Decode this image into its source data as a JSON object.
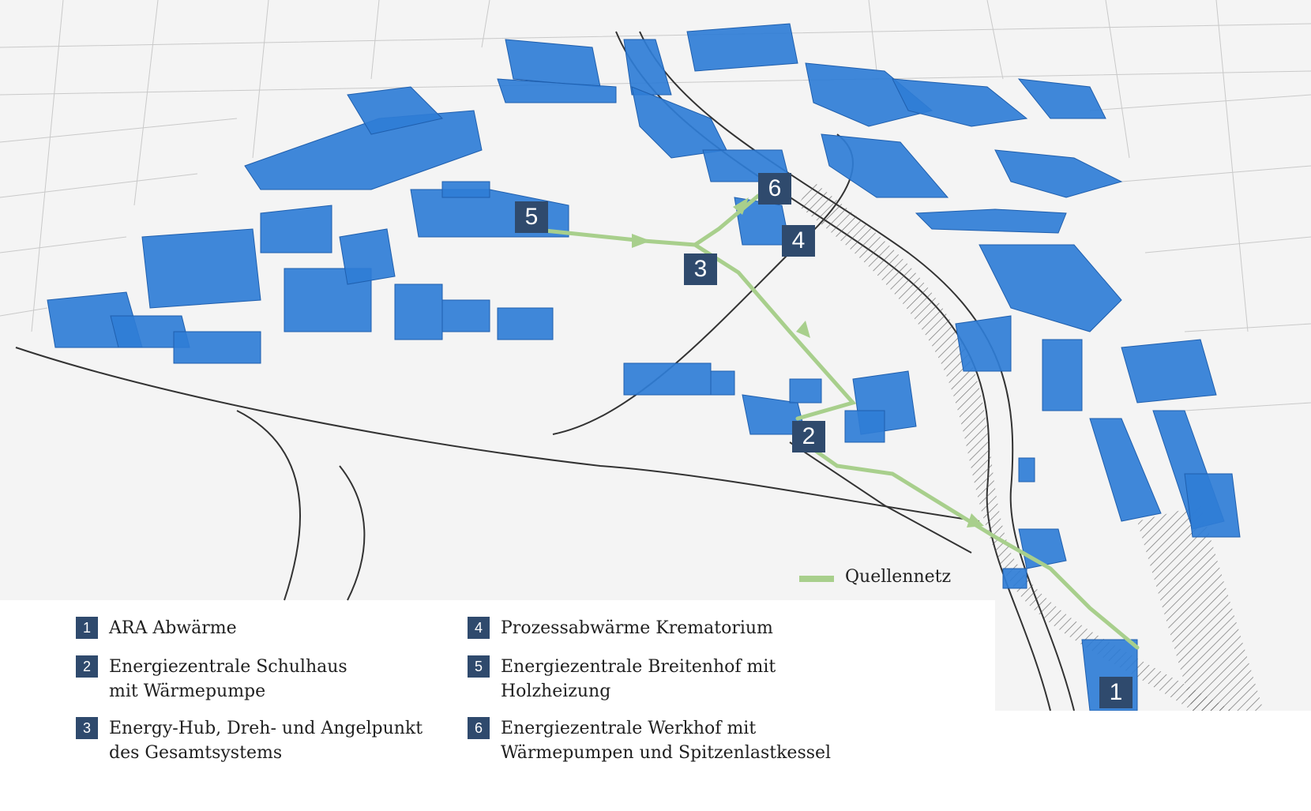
{
  "markers": [
    "1",
    "2",
    "3",
    "4",
    "5",
    "6"
  ],
  "legend_network": "Quellennetz",
  "legend_items": [
    {
      "num": "1",
      "lines": [
        "ARA Abwärme"
      ]
    },
    {
      "num": "2",
      "lines": [
        "Energiezentrale Schulhaus",
        "mit Wärmepumpe"
      ]
    },
    {
      "num": "3",
      "lines": [
        "Energy-Hub, Dreh- und Angelpunkt",
        "des Gesamtsystems"
      ]
    },
    {
      "num": "4",
      "lines": [
        "Prozessabwärme Krematorium"
      ]
    },
    {
      "num": "5",
      "lines": [
        "Energiezentrale Breitenhof mit",
        "Holzheizung"
      ]
    },
    {
      "num": "6",
      "lines": [
        "Energiezentrale Werkhof mit",
        "Wärmepumpen und Spitzenlastkessel"
      ]
    }
  ],
  "colors": {
    "buildings": "#2f7dd6",
    "network": "#a8cf8c",
    "marker": "#2f4a6d"
  }
}
